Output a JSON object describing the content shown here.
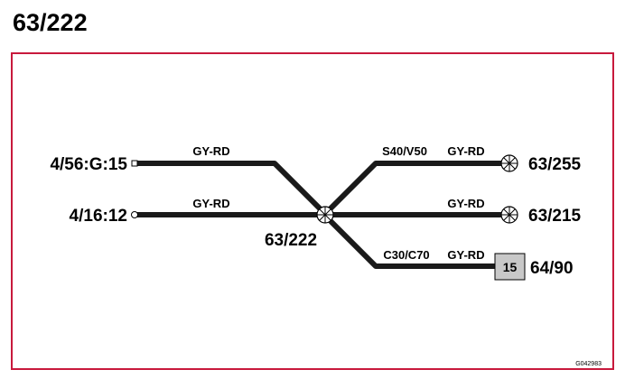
{
  "title": "63/222",
  "splice_label": "63/222",
  "left": [
    {
      "connector": "4/56:G:15",
      "wire": "GY-RD"
    },
    {
      "connector": "4/16:12",
      "wire": "GY-RD"
    }
  ],
  "right": [
    {
      "connector": "63/255",
      "model": "S40/V50",
      "wire": "GY-RD"
    },
    {
      "connector": "63/215",
      "wire": "GY-RD"
    },
    {
      "connector": "64/90",
      "model": "C30/C70",
      "wire": "GY-RD",
      "box_number": "15"
    }
  ],
  "image_code": "G042983",
  "colors": {
    "frame": "#c8193c",
    "wire": "#1a1a1a",
    "box_fill": "#c8c8c8"
  }
}
